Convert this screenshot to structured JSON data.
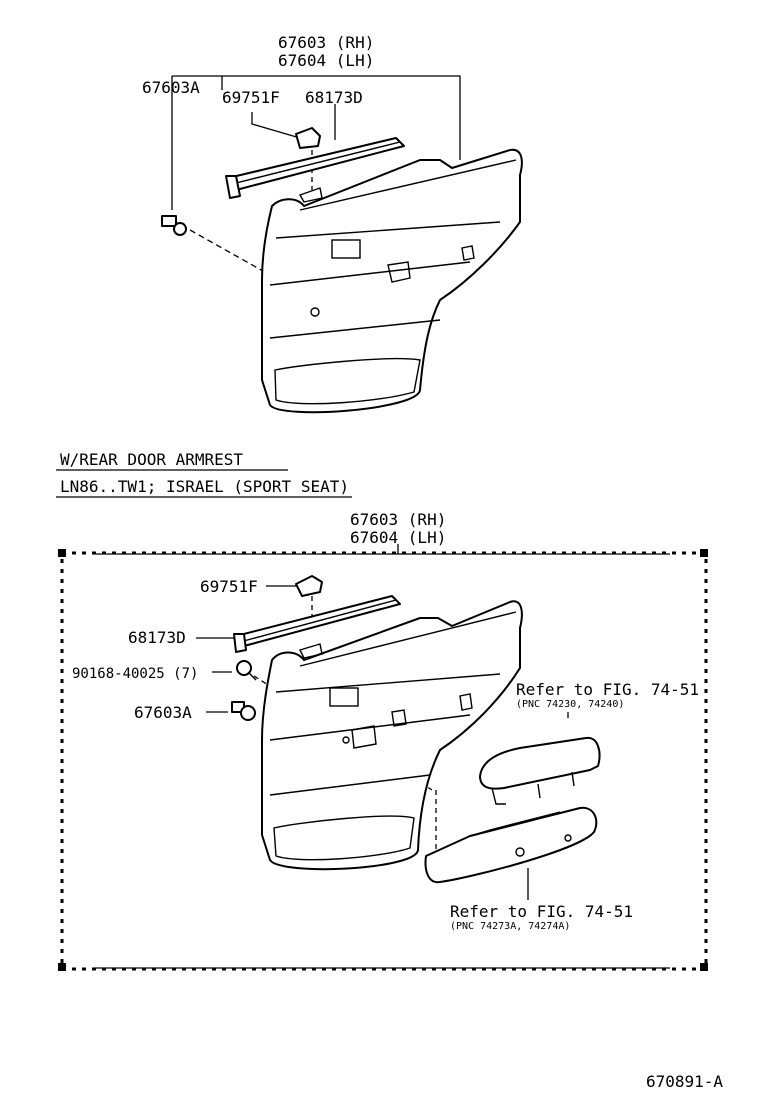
{
  "diagram": {
    "top": {
      "part_rh": "67603 (RH)",
      "part_lh": "67604 (LH)",
      "clip": "67603A",
      "hook": "69751F",
      "weatherstrip": "68173D"
    },
    "section": {
      "heading1": "W/REAR DOOR ARMREST",
      "heading2": "LN86..TW1; ISRAEL (SPORT SEAT)"
    },
    "bottom": {
      "part_rh": "67603 (RH)",
      "part_lh": "67604 (LH)",
      "hook": "69751F",
      "weatherstrip": "68173D",
      "screw": "90168-40025 (7)",
      "clip": "67603A",
      "ref1_title": "Refer to FIG. 74-51",
      "ref1_pnc": "(PNC 74230, 74240)",
      "ref2_title": "Refer to FIG. 74-51",
      "ref2_pnc": "(PNC 74273A, 74274A)"
    },
    "figure_code": "670891-A"
  }
}
